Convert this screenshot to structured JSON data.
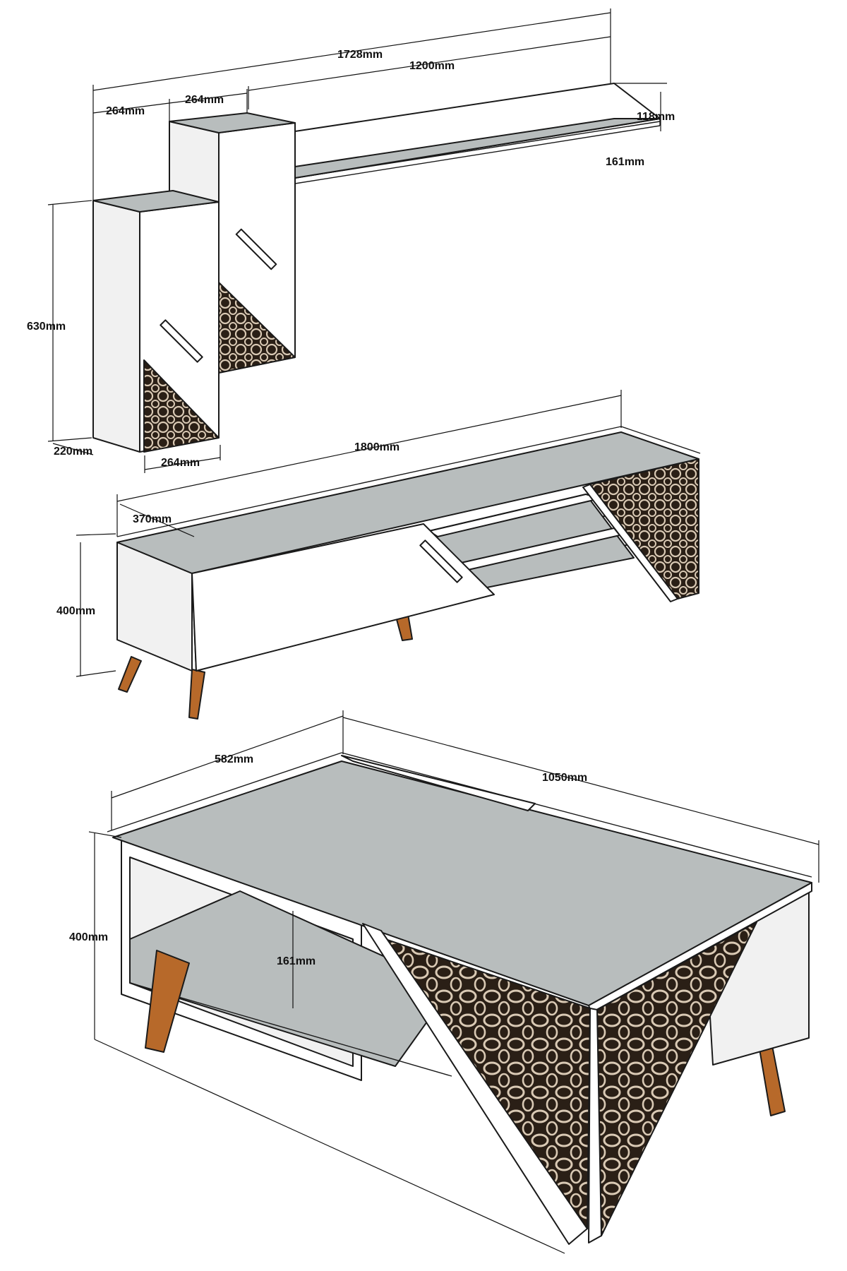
{
  "dimensions": {
    "wall_unit": {
      "total_width": "1728mm",
      "shelf_width": "1200mm",
      "left_cabinet_width": "264mm",
      "right_cabinet_width": "264mm",
      "shelf_height": "118mm",
      "shelf_depth": "161mm",
      "cabinet_height": "630mm",
      "cabinet_depth": "220mm",
      "bottom_cabinet_width": "264mm"
    },
    "tv_stand": {
      "width": "1800mm",
      "depth": "370mm",
      "height": "400mm"
    },
    "coffee_table": {
      "depth": "582mm",
      "width": "1050mm",
      "height": "400mm",
      "shelf_gap": "161mm"
    }
  },
  "colors": {
    "top_surface": "#b8bdbd",
    "body": "#ffffff",
    "side_shade": "#f1f1f1",
    "legs": "#b7692a",
    "legs_dark": "#8a4a18",
    "lattice_fill": "#2a1f16",
    "lattice_line": "#d9c9b4",
    "outline": "#1a1a1a"
  }
}
